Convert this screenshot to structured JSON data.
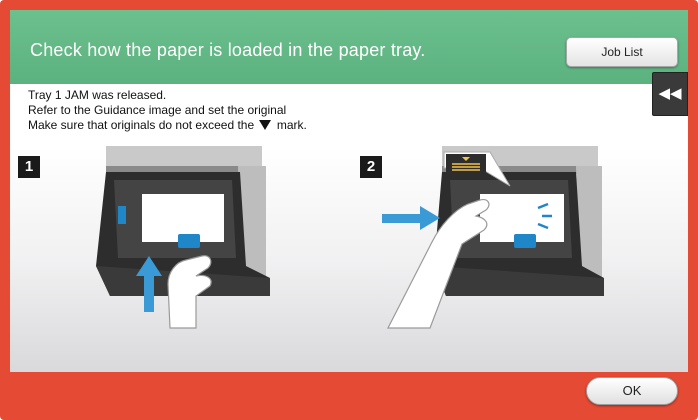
{
  "header": {
    "title": "Check how the paper is loaded in the paper tray.",
    "job_list_label": "Job List"
  },
  "side_tab": {
    "icon": "collapse-left-icon",
    "glyph": "◀◀"
  },
  "messages": {
    "line1": "Tray 1 JAM was released.",
    "line2": "Refer to the Guidance image and set the original",
    "line3_before": "Make sure that originals do not exceed the",
    "line3_after": "mark."
  },
  "guidance": {
    "step1_number": "1",
    "step2_number": "2"
  },
  "footer": {
    "ok_label": "OK"
  },
  "colors": {
    "frame": "#e44a34",
    "header": "#5cb27f",
    "arrow_blue": "#3a9ad6",
    "tray_dark": "#2d2d2d",
    "lever_blue": "#1f86c8"
  }
}
